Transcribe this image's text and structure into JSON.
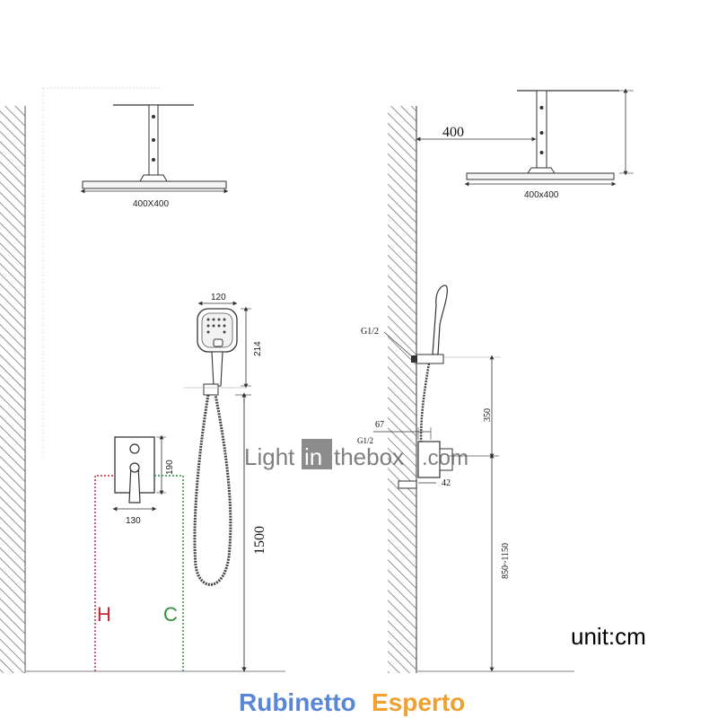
{
  "left": {
    "head_label": "400X400",
    "hand_width": "120",
    "hand_height": "214",
    "valve_height": "190",
    "valve_width": "130",
    "install_height": "1500",
    "hot_label": "H",
    "cold_label": "C"
  },
  "right": {
    "offset_label": "400",
    "head_label": "400x400",
    "thread_label": "G1/2",
    "thread_label_2": "G1/2",
    "hose_height": "350",
    "depth_label": "67",
    "depth_label_2": "42",
    "range_label": "850~1150"
  },
  "watermark": {
    "light": "Light",
    "in": "in",
    "thebox": "thebox",
    "com": ".com"
  },
  "unit_label": "unit:cm",
  "brand": {
    "part1": "Rubinetto",
    "part2": "Esperto"
  },
  "colors": {
    "hot": "#c0283a",
    "cold": "#2f8f3a",
    "brand_blue": "#5a86d8",
    "brand_orange": "#f0a030"
  }
}
